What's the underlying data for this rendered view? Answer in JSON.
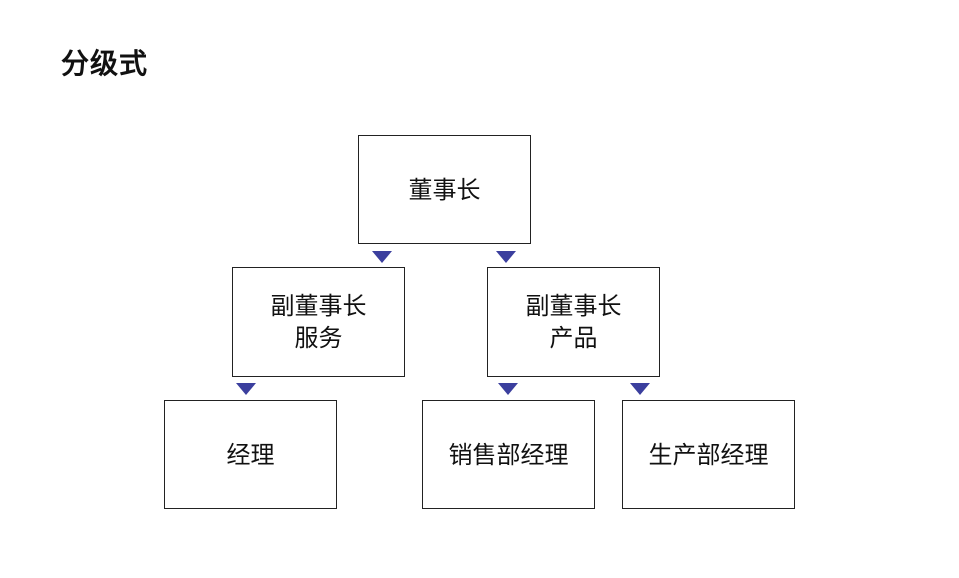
{
  "title": "分级式",
  "diagram": {
    "nodes": {
      "chairman": "董事长",
      "vp_service": "副董事长\n服务",
      "vp_product": "副董事长\n产品",
      "manager": "经理",
      "sales_manager": "销售部经理",
      "production_manager": "生产部经理"
    },
    "edges": [
      {
        "from": "chairman",
        "to": "vp_service"
      },
      {
        "from": "chairman",
        "to": "vp_product"
      },
      {
        "from": "vp_service",
        "to": "manager"
      },
      {
        "from": "vp_product",
        "to": "sales_manager"
      },
      {
        "from": "vp_product",
        "to": "production_manager"
      }
    ],
    "colors": {
      "arrow": "#3b3f9e",
      "border": "#222222"
    }
  }
}
